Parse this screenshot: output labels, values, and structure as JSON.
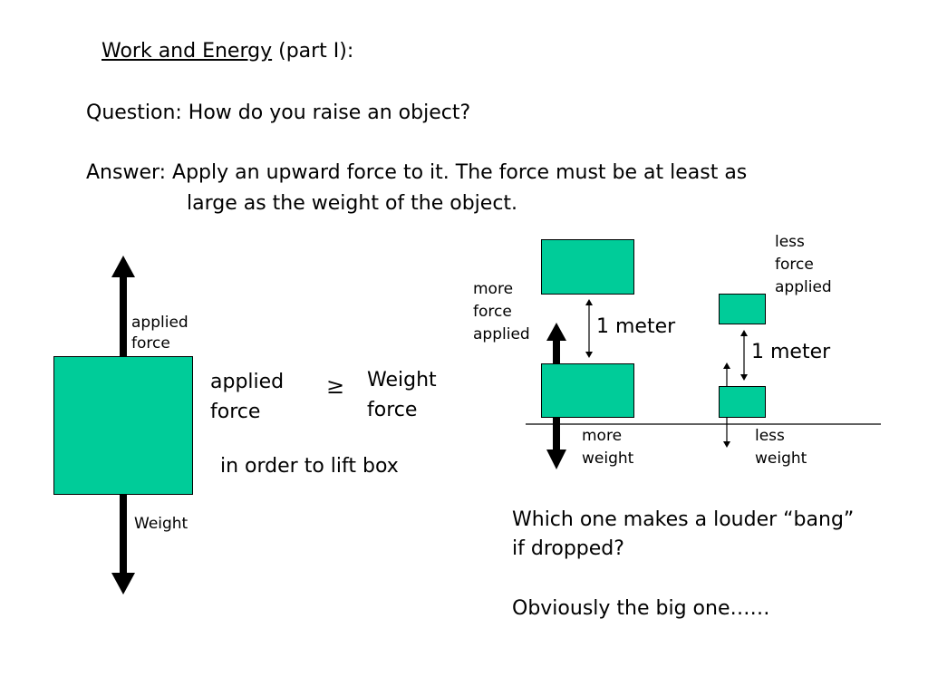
{
  "title": {
    "underlined": "Work and Energy",
    "rest": "(part I):"
  },
  "question": "Question: How do you raise an object?",
  "answer": {
    "line1": "Answer: Apply an upward force to it. The force must be at least as",
    "line2": "large as the weight of the object."
  },
  "left_diagram": {
    "applied_force_label": [
      "applied",
      "force"
    ],
    "weight_label": "Weight",
    "inequality": {
      "left": [
        "applied",
        "force"
      ],
      "symbol": "≥",
      "right": [
        "Weight",
        "force"
      ]
    },
    "caption": "in order to lift box"
  },
  "right_diagram": {
    "big_box_labels": {
      "applied": [
        "more",
        "force",
        "applied"
      ],
      "weight": [
        "more",
        "weight"
      ],
      "distance": "1 meter"
    },
    "small_box_labels": {
      "applied": [
        "less",
        "force",
        "applied"
      ],
      "weight": [
        "less",
        "weight"
      ],
      "distance": "1 meter"
    }
  },
  "bottom": {
    "question": [
      "Which one makes a louder “bang”",
      "if dropped?"
    ],
    "answer": "Obviously the big one……"
  },
  "colors": {
    "box_fill": "#00CC99"
  }
}
